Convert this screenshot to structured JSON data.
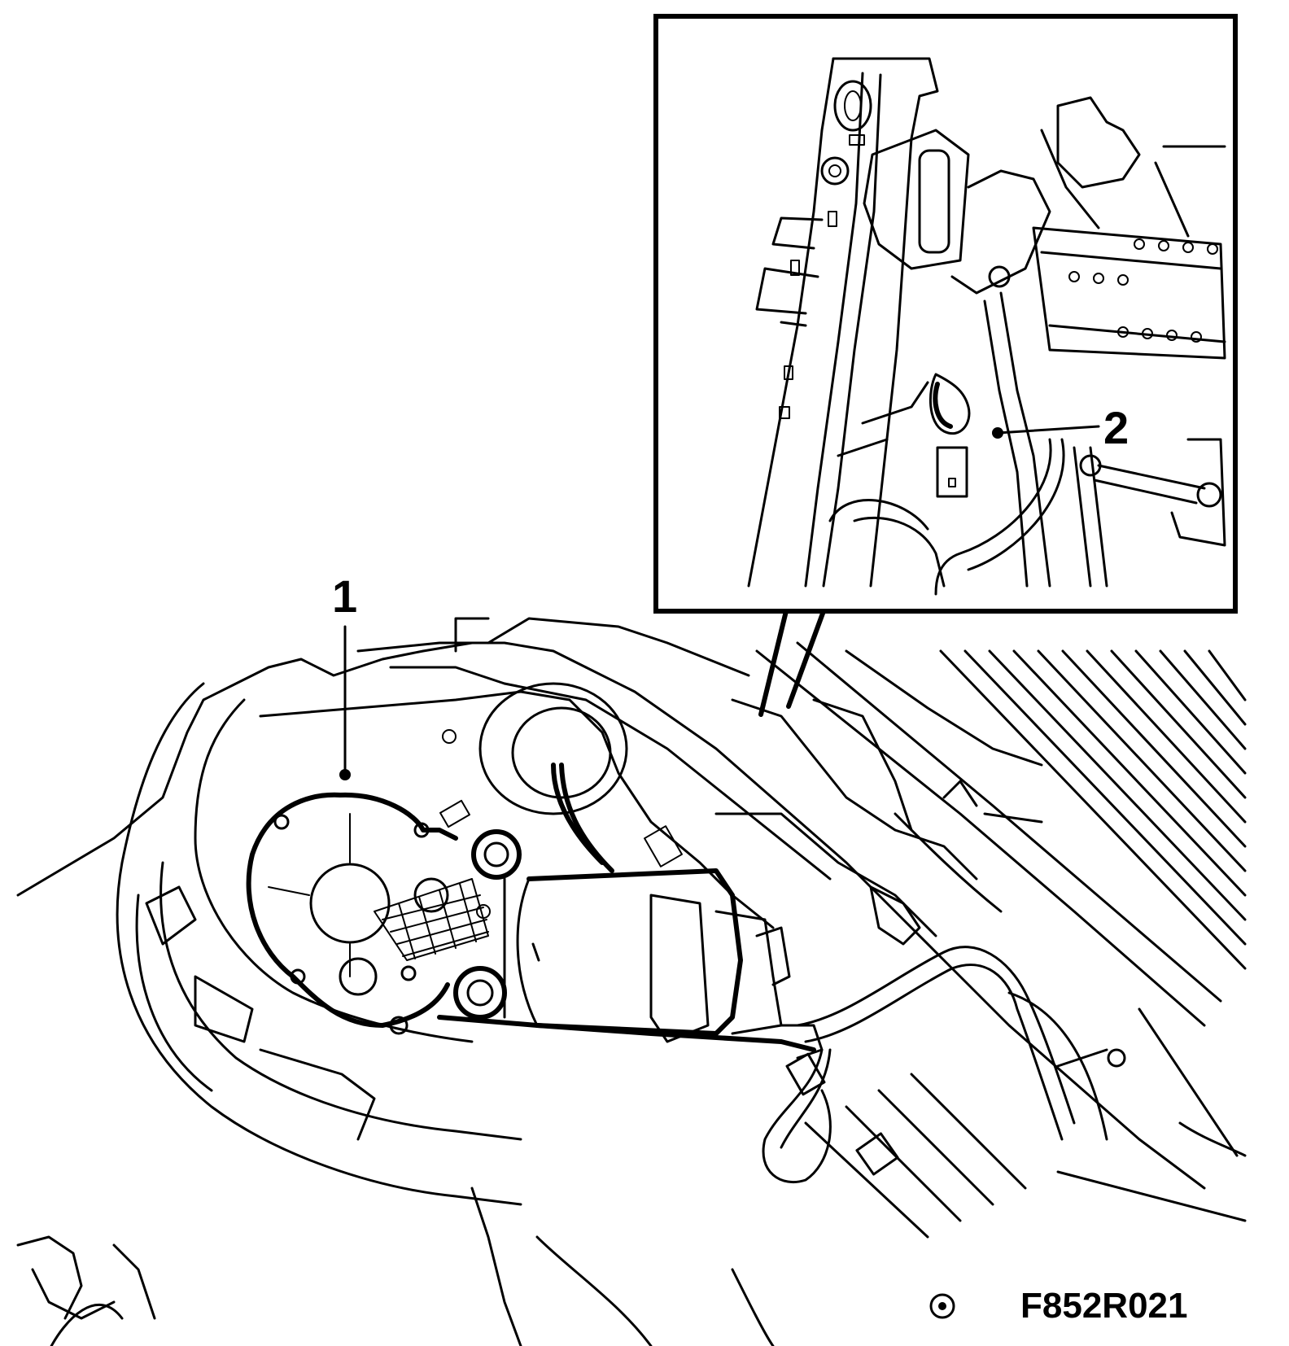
{
  "callouts": [
    {
      "id": "1",
      "label": "1"
    },
    {
      "id": "2",
      "label": "2"
    }
  ],
  "figure_code": "F852R021"
}
